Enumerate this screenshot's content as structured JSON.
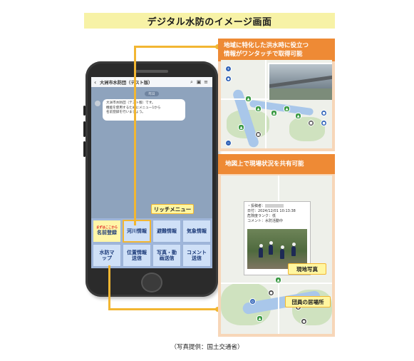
{
  "title": "デジタル水防のイメージ画面",
  "phone": {
    "room_title": "大洲市水防団（テスト版）",
    "date_chip": "昨日",
    "message_lines": [
      "大洲市水防団（テスト版）です。",
      "機能を使用するためにメニュー1から",
      "名前登録を行いましょう。"
    ],
    "rich_menu_label": "リッチメニュー",
    "menu": [
      {
        "tag": "まずはここから",
        "label": "名前登録"
      },
      {
        "label": "河川情報"
      },
      {
        "label": "避難情報"
      },
      {
        "label": "気象情報"
      },
      {
        "label": "水防マップ"
      },
      {
        "label": "位置情報送信"
      },
      {
        "label": "写真・動画送信"
      },
      {
        "label": "コメント送信"
      }
    ]
  },
  "panels": {
    "top": {
      "header_lines": [
        "地域に特化した洪水時に役立つ",
        "情報がワンタッチで取得可能"
      ]
    },
    "bottom": {
      "header": "地図上で現場状況を共有可能",
      "report": {
        "reporter_label": "・投稿者：",
        "datetime": "日付：2024/12/01 10:13:38",
        "danger": "危険度ランク：低",
        "comment": "コメント：水防活動中"
      },
      "callout_photo": "現地写真",
      "callout_members": "団員の居場所"
    }
  },
  "credit": "（写真提供：国土交通省）",
  "colors": {
    "accent_orange": "#ee8a35",
    "accent_yellow": "#f2b632",
    "banner_yellow": "#f7f2a6"
  }
}
